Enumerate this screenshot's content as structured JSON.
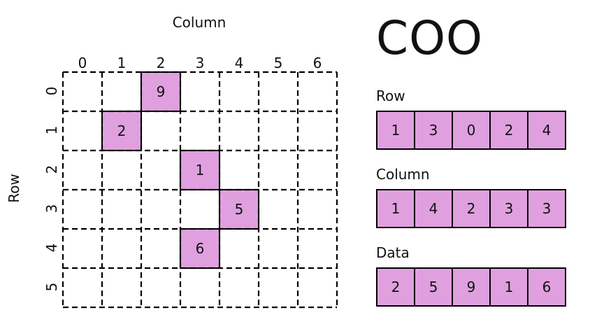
{
  "title": "COO",
  "matrix": {
    "column_label": "Column",
    "row_label": "Row",
    "column_ticks": [
      "0",
      "1",
      "2",
      "3",
      "4",
      "5",
      "6"
    ],
    "row_ticks": [
      "0",
      "1",
      "2",
      "3",
      "4",
      "5"
    ],
    "nonzero_entries": [
      {
        "row": 0,
        "col": 2,
        "value": "9"
      },
      {
        "row": 1,
        "col": 1,
        "value": "2"
      },
      {
        "row": 2,
        "col": 3,
        "value": "1"
      },
      {
        "row": 3,
        "col": 4,
        "value": "5"
      },
      {
        "row": 4,
        "col": 3,
        "value": "6"
      }
    ]
  },
  "arrays": [
    {
      "label": "Row",
      "values": [
        "1",
        "3",
        "0",
        "2",
        "4"
      ]
    },
    {
      "label": "Column",
      "values": [
        "1",
        "4",
        "2",
        "3",
        "3"
      ]
    },
    {
      "label": "Data",
      "values": [
        "2",
        "5",
        "9",
        "1",
        "6"
      ]
    }
  ],
  "colors": {
    "cell_fill": "#e0a0df",
    "line": "#000000"
  }
}
